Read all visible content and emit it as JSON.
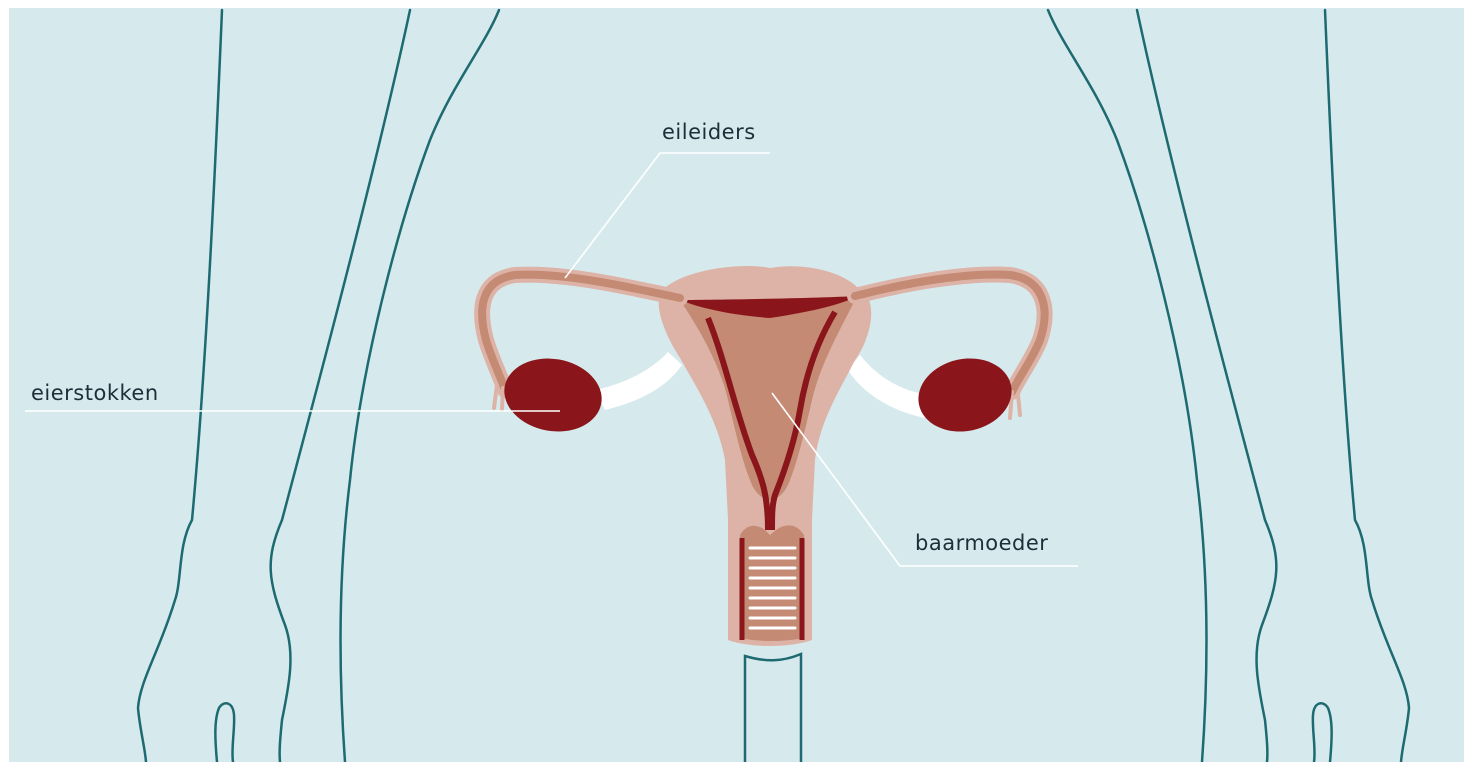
{
  "labels": {
    "eileiders": "eileiders",
    "eierstokken": "eierstokken",
    "baarmoeder": "baarmoeder"
  },
  "colors": {
    "background": "#d6eaee",
    "body_outline": "#1d6a70",
    "leader_line": "#ffffff",
    "tissue_light": "#dcb3a6",
    "tissue_mid": "#c48a74",
    "tissue_dark": "#8a161b",
    "ligament": "#ffffff"
  }
}
